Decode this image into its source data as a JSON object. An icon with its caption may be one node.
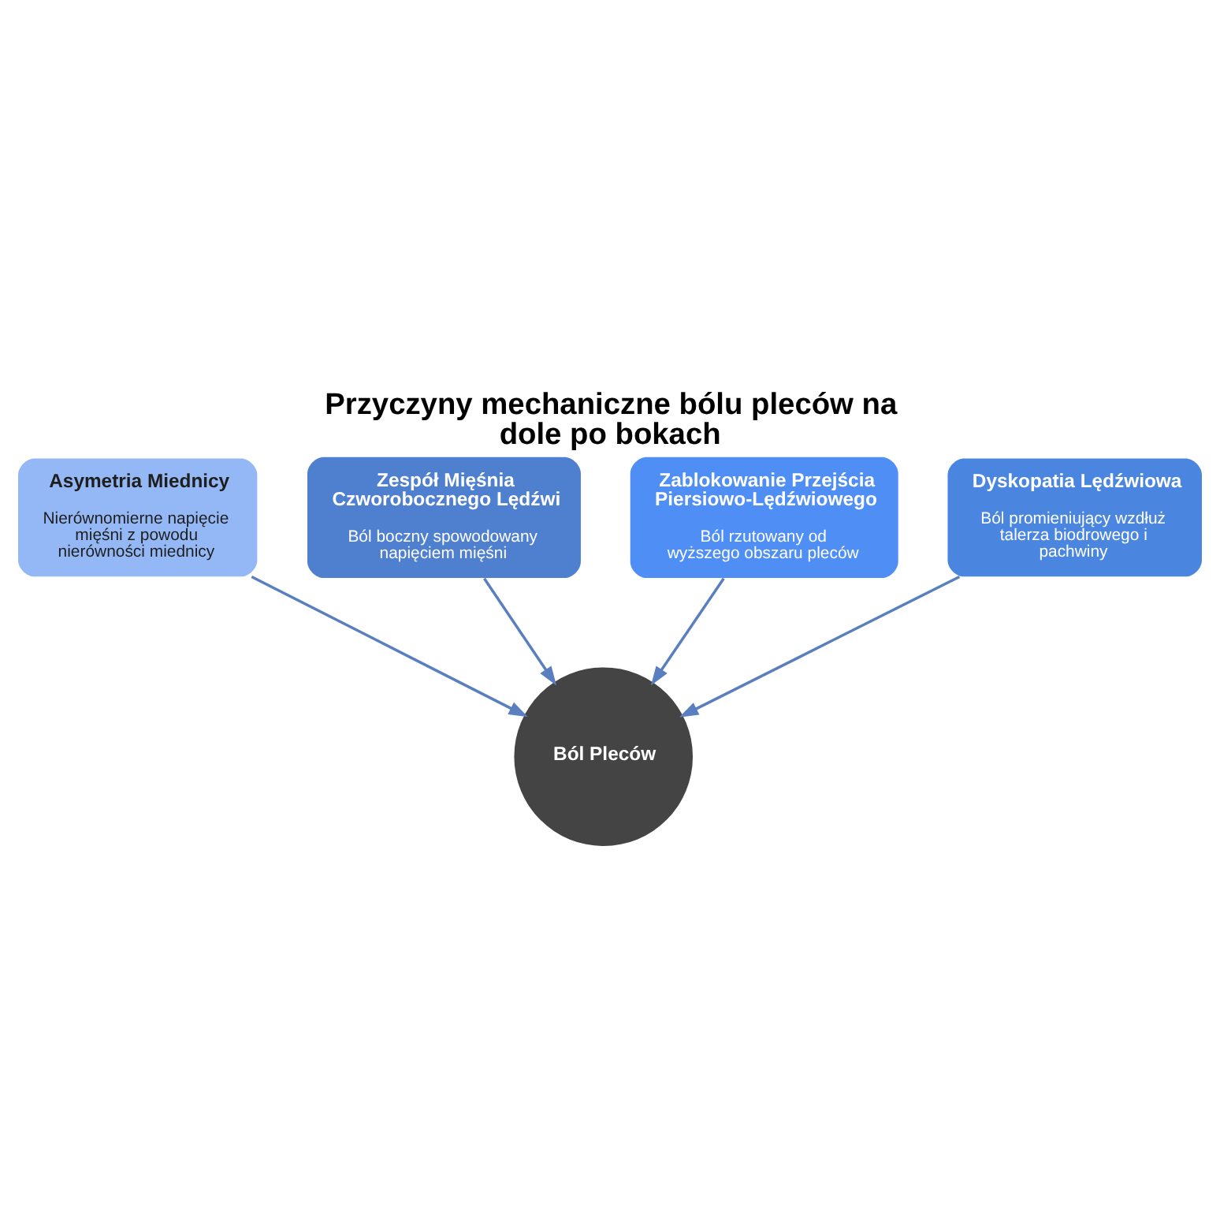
{
  "diagram": {
    "title": "Przyczyny mechaniczne bólu pleców na dole po bokach",
    "nodes": [
      {
        "text": [
          "Asymetria Miednicy",
          "Nierównomierne napięcie mięśni z powodu nierówności miednicy"
        ]
      },
      {
        "text": [
          "Zespół Mięśnia Czworobocznego Lędźwi",
          "Ból boczny spowodowany napięciem mięśni"
        ]
      },
      {
        "text": [
          "Ból Pleców"
        ]
      },
      {
        "text": [
          "Zablokowanie Przejścia Piersiowo-Lędźwiowego",
          "Ból rzutowany od wyższego obszaru pleców"
        ]
      },
      {
        "text": [
          "Dyskopatia Lędźwiowa",
          "Ból promieniujący wzdłuż talerza biodrowego i pachwiny"
        ]
      }
    ],
    "edges": [
      {
        "from": 0,
        "to": 2,
        "arrow": "to"
      },
      {
        "from": 1,
        "to": 2,
        "arrow": "to"
      },
      {
        "from": 3,
        "to": 2,
        "arrow": "to"
      },
      {
        "from": 4,
        "to": 2,
        "arrow": "to"
      }
    ]
  }
}
